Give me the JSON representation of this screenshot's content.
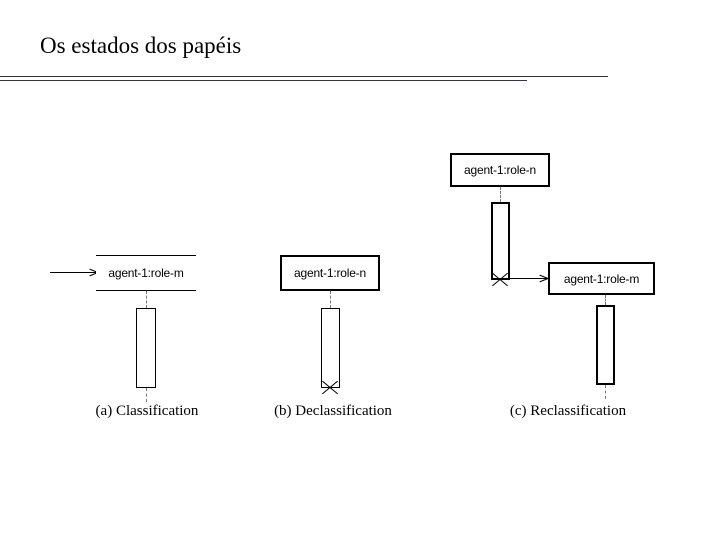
{
  "slide": {
    "title": "Os estados dos papéis",
    "background_color": "#ffffff",
    "rule_color": "#33334d",
    "line_color": "#000000",
    "lifeline_color": "#7a7a7a"
  },
  "panels": [
    {
      "id": "a",
      "caption": "(a) Classification",
      "objects": [
        {
          "name": "role-m-open-header",
          "label": "agent-1:role-m",
          "style": "open-sided"
        }
      ],
      "messages": [
        {
          "name": "classification-arrow",
          "kind": "create",
          "direction": "right"
        }
      ],
      "markers": []
    },
    {
      "id": "b",
      "caption": "(b) Declassification",
      "objects": [
        {
          "name": "role-n-box",
          "label": "agent-1:role-n",
          "style": "boxed"
        }
      ],
      "messages": [],
      "markers": [
        {
          "name": "destruction-x",
          "kind": "destruction"
        }
      ]
    },
    {
      "id": "c",
      "caption": "(c) Reclassification",
      "objects": [
        {
          "name": "role-n-box",
          "label": "agent-1:role-n",
          "style": "boxed"
        },
        {
          "name": "role-m-box",
          "label": "agent-1:role-m",
          "style": "boxed"
        }
      ],
      "messages": [
        {
          "name": "reclassification-arrow",
          "kind": "create",
          "direction": "right"
        }
      ],
      "markers": [
        {
          "name": "destruction-x",
          "kind": "destruction"
        }
      ]
    }
  ]
}
